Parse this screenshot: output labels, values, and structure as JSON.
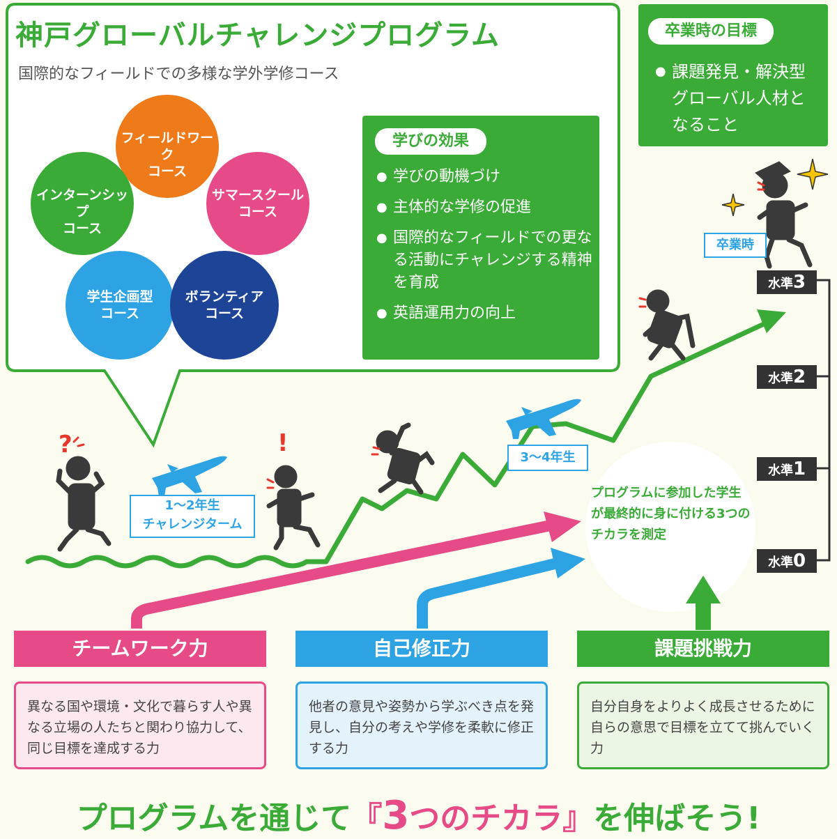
{
  "program": {
    "title": "神戸グローバルチャレンジプログラム",
    "subtitle": "国際的なフィールドでの多様な学外学修コース",
    "courses": [
      {
        "label_line1": "フィールドワーク",
        "label_line2": "コース",
        "color": "#ee7a1a"
      },
      {
        "label_line1": "インターンシップ",
        "label_line2": "コース",
        "color": "#3bab37"
      },
      {
        "label_line1": "サマースクール",
        "label_line2": "コース",
        "color": "#e64b87"
      },
      {
        "label_line1": "学生企画型",
        "label_line2": "コース",
        "color": "#2ea3e3"
      },
      {
        "label_line1": "ボランティア",
        "label_line2": "コース",
        "color": "#1e4497"
      }
    ]
  },
  "effects": {
    "title": "学びの効果",
    "items": [
      "学びの動機づけ",
      "主体的な学修の促進",
      "国際的なフィールドでの更なる活動にチャレンジする精神を育成",
      "英語運用力の向上"
    ]
  },
  "goal": {
    "title": "卒業時の目標",
    "items": [
      "課題発見・解決型グローバル人材となること"
    ]
  },
  "stages": {
    "early_line1": "1〜2年生",
    "early_line2": "チャレンジターム",
    "late": "3〜4年生",
    "graduation": "卒業時"
  },
  "levels": [
    {
      "prefix": "水準",
      "num": "3"
    },
    {
      "prefix": "水準",
      "num": "2"
    },
    {
      "prefix": "水準",
      "num": "1"
    },
    {
      "prefix": "水準",
      "num": "0"
    }
  ],
  "measure_text": "プログラムに参加した学生が最終的に身に付ける3つのチカラを測定",
  "skills": [
    {
      "title": "チームワーク力",
      "desc": "異なる国や環境・文化で暮らす人や異なる立場の人たちと関わり協力して、同じ目標を達成する力",
      "color": "#e64b87",
      "bg": "#fde8ef"
    },
    {
      "title": "自己修正力",
      "desc": "他者の意見や姿勢から学ぶべき点を発見し、自分の考えや学修を柔軟に修正する力",
      "color": "#2ea3e3",
      "bg": "#e3f2fb"
    },
    {
      "title": "課題挑戦力",
      "desc": "自分自身をよりよく成長させるために自らの意思で目標を立てて挑んでいく力",
      "color": "#3bab37",
      "bg": "#eaf5e3"
    }
  ],
  "footer": {
    "pre": "プログラムを通じて",
    "open_bracket": "『",
    "num": "3",
    "mid": "つのチカラ",
    "close_bracket": "』",
    "post": "を伸ばそう!"
  },
  "marks": {
    "question": "?",
    "exclaim": "!"
  }
}
